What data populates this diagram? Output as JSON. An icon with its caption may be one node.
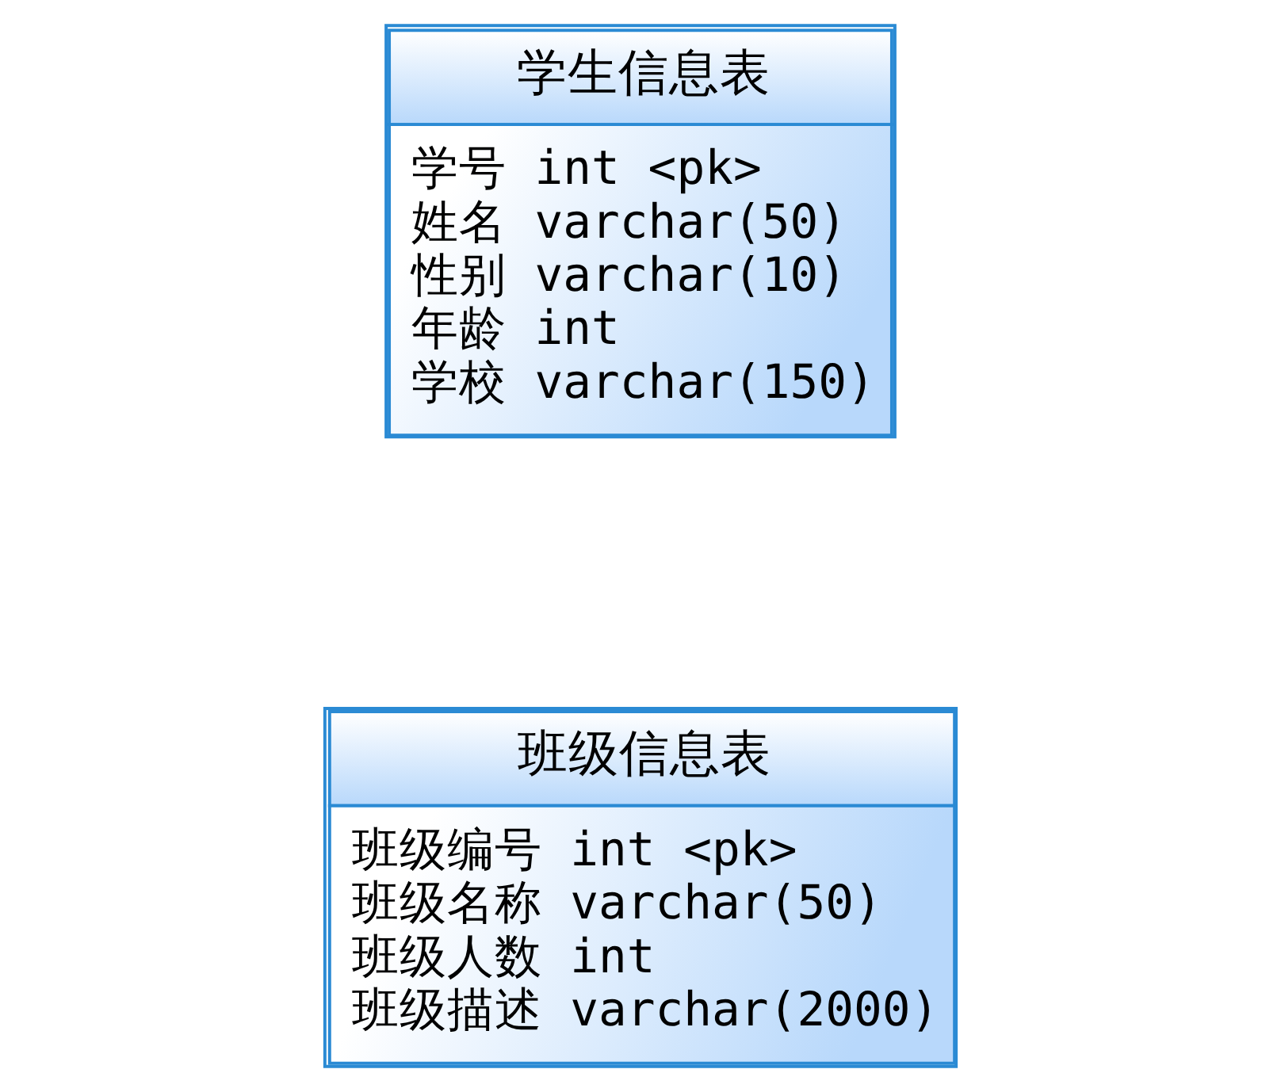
{
  "diagram": {
    "nodes": [
      {
        "text": [
          "学生信息表",
          "学号 int <pk>",
          "姓名 varchar(50)",
          "性别 varchar(10)",
          "年龄 int",
          "学校 varchar(150)"
        ]
      },
      {
        "text": [
          "班级信息表",
          "班级编号 int <pk>",
          "班级名称 varchar(50)",
          "班级人数 int",
          "班级描述 varchar(2000)"
        ]
      }
    ]
  }
}
